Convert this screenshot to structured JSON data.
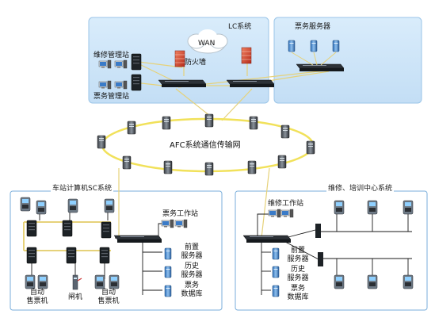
{
  "lc": {
    "title": "LC系统",
    "wan": "WAN",
    "firewall": "防火墙",
    "maint_station": "维修管理站",
    "ticket_station": "票务管理站"
  },
  "ticket_server_title": "票务服务器",
  "afc_network": "AFC系统通信传输网",
  "sc": {
    "title": "车站计算机SC系统",
    "workstation": "票务工作站",
    "front_server_1": "前置",
    "front_server_2": "服务器",
    "history_server_1": "历史",
    "history_server_2": "服务器",
    "ticket_db_1": "票务",
    "ticket_db_2": "数据库",
    "vending_1": "自动",
    "vending_2": "售票机",
    "gate": "闸机",
    "vending2_1": "自动",
    "vending2_2": "售票机"
  },
  "mt": {
    "title": "维修、培训中心系统",
    "workstation": "维修工作站",
    "front_server_1": "前置",
    "front_server_2": "服务器",
    "history_server_1": "历史",
    "history_server_2": "服务器",
    "ticket_db_1": "票务",
    "ticket_db_2": "数据库"
  }
}
